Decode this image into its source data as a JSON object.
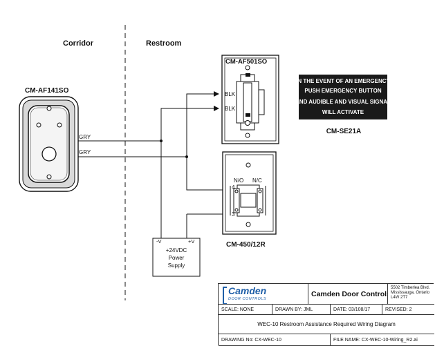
{
  "areas": {
    "left": "Corridor",
    "right": "Restroom"
  },
  "devices": {
    "push_button": {
      "name": "CM-AF141SO"
    },
    "switch": {
      "name": "CM-AF501SO",
      "terminal_1": "BLK",
      "terminal_2": "BLK"
    },
    "relay": {
      "name": "CM-450/12R",
      "contact_no": "N/O",
      "contact_nc": "N/C",
      "terminal_top": "4",
      "terminal_bottom": "3"
    },
    "power_supply": {
      "line_1": "+24VDC",
      "line_2": "Power",
      "line_3": "Supply",
      "neg": "-V",
      "pos": "+V"
    },
    "sign": {
      "name": "CM-SE21A",
      "lines": [
        "IN THE EVENT OF AN EMERGENCY",
        "PUSH EMERGENCY BUTTON",
        "AND AUDIBLE AND VISUAL SIGNAL",
        "WILL ACTIVATE"
      ]
    }
  },
  "wires": {
    "w1": "GRY",
    "w2": "GRY"
  },
  "title_block": {
    "logo_name": "Camden",
    "logo_sub": "DOOR CONTROLS",
    "company": "Camden Door Controls",
    "address": [
      "5502 Timberlea Blvd.",
      "Mississauga, Ontario",
      "L4W 2T7"
    ],
    "scale": "SCALE: NONE",
    "drawn_by": "DRAWN BY: JML",
    "date": "DATE: 03/108/17",
    "revised": "REVISED: 2",
    "title": "WEC-10 Restroom Assistance Required Wiring Diagram",
    "drawing_no": "DRAWING No: CX-WEC-10",
    "file_name": "FILE NAME:   CX-WEC-10-Wiring_R2.ai"
  },
  "colors": {
    "line": "#111111",
    "sign_bg": "#1a1a1a",
    "logo_blue": "#1f5fa8"
  }
}
